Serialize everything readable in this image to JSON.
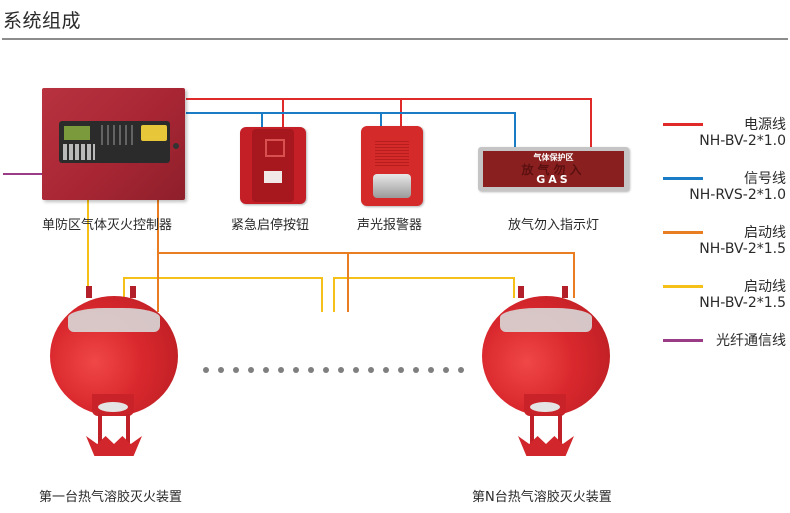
{
  "title": "系统组成",
  "devices": {
    "controller": {
      "label": "单防区气体灭火控制器"
    },
    "emergency_button": {
      "label": "紧急启停按钮"
    },
    "alarm": {
      "label": "声光报警器"
    },
    "gas_sign": {
      "label": "放气勿入指示灯",
      "zone_text": "气体保护区",
      "warning_text": "放气勿入",
      "gas_text": "GAS"
    },
    "first_unit": {
      "label": "第一台热气溶胶灭火装置"
    },
    "nth_unit": {
      "label": "第N台热气溶胶灭火装置"
    }
  },
  "legend": [
    {
      "name": "电源线",
      "spec": "NH-BV-2*1.0",
      "color": "#e02a2a",
      "icon": "red-line"
    },
    {
      "name": "信号线",
      "spec": "NH-RVS-2*1.0",
      "color": "#1a7cc4",
      "icon": "blue-line"
    },
    {
      "name": "启动线",
      "spec": "NH-BV-2*1.5",
      "color": "#e97d22",
      "icon": "orange-line"
    },
    {
      "name": "启动线",
      "spec": "NH-BV-2*1.5",
      "color": "#f5c018",
      "icon": "yellow-line"
    },
    {
      "name": "光纤通信线",
      "spec": "",
      "color": "#9b3d86",
      "icon": "purple-line"
    }
  ],
  "colors": {
    "power": "#e02a2a",
    "signal": "#1a7cc4",
    "start_orange": "#e97d22",
    "start_yellow": "#f5c018",
    "fiber": "#9b3d86"
  },
  "ellipsis_dot_count": 18
}
